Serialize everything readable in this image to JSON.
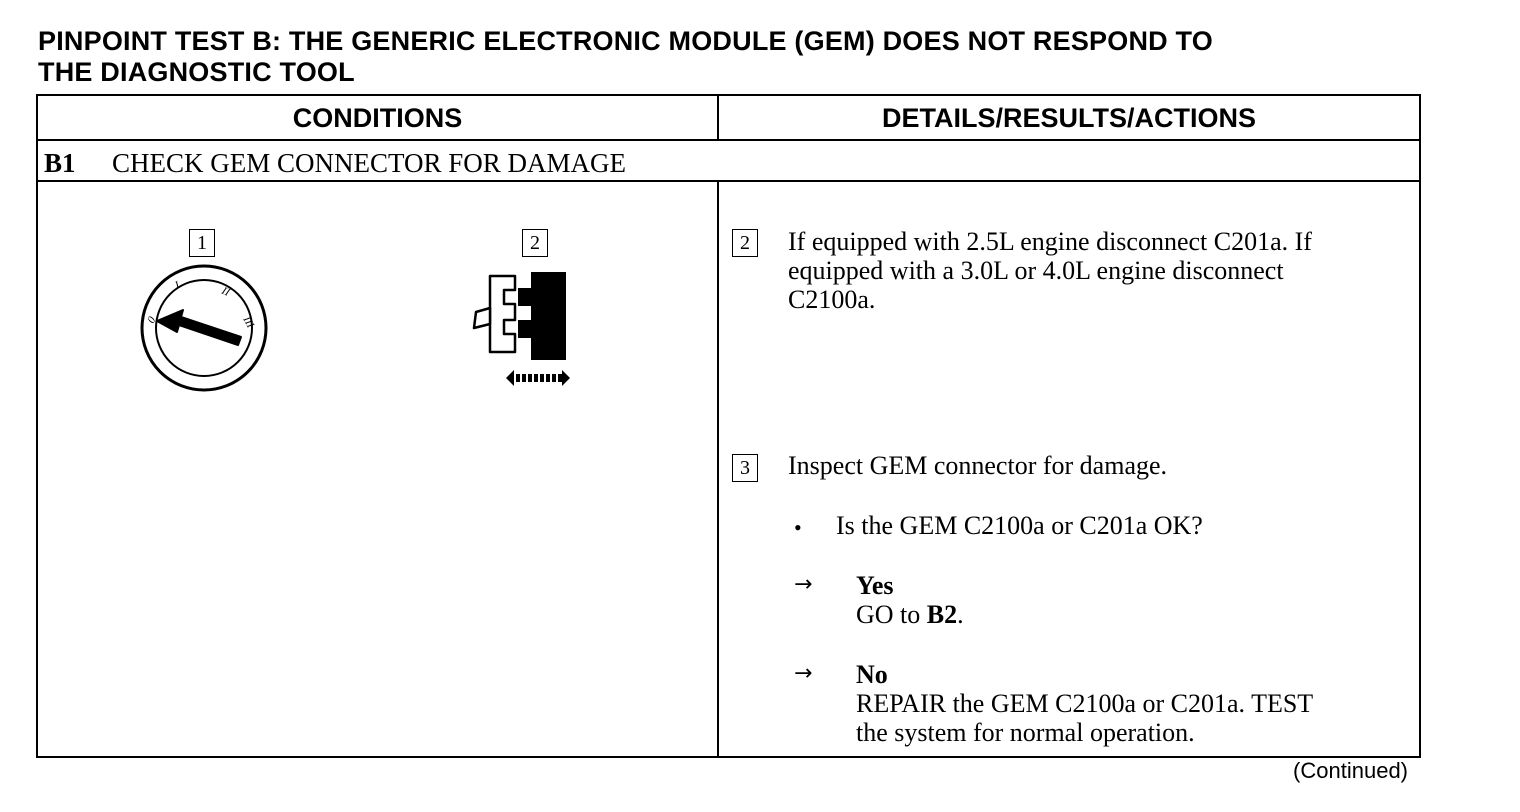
{
  "title": {
    "line1": "PINPOINT TEST B: THE GENERIC ELECTRONIC MODULE (GEM) DOES NOT RESPOND TO",
    "line2": "THE DIAGNOSTIC TOOL"
  },
  "table": {
    "headers": {
      "conditions": "CONDITIONS",
      "details": "DETAILS/RESULTS/ACTIONS"
    },
    "step": {
      "id": "B1",
      "title": "CHECK GEM CONNECTOR FOR DAMAGE"
    },
    "illustrations": {
      "box1": "1",
      "box2": "2",
      "ignition_icon": "ignition-key-switch-icon",
      "connector_icon": "connector-disconnect-icon",
      "switch_marks": [
        "0",
        "I",
        "II",
        "III"
      ]
    },
    "actions": {
      "box2": "2",
      "instruction2": {
        "line1": "If equipped with 2.5L engine disconnect C201a. If",
        "line2": "equipped with a 3.0L or 4.0L engine disconnect",
        "line3": "C2100a."
      },
      "box3": "3",
      "instruction3": "Inspect GEM connector for damage.",
      "bullet": "•",
      "question": "Is the GEM C2100a or C201a OK?",
      "arrow": "→",
      "yes_label": "Yes",
      "yes_action_prefix": "GO to ",
      "yes_action_target": "B2",
      "yes_action_suffix": ".",
      "no_label": "No",
      "no_action_line1": "REPAIR the GEM C2100a or C201a. TEST",
      "no_action_line2": "the system for normal operation."
    }
  },
  "footer": {
    "continued": "(Continued)"
  }
}
